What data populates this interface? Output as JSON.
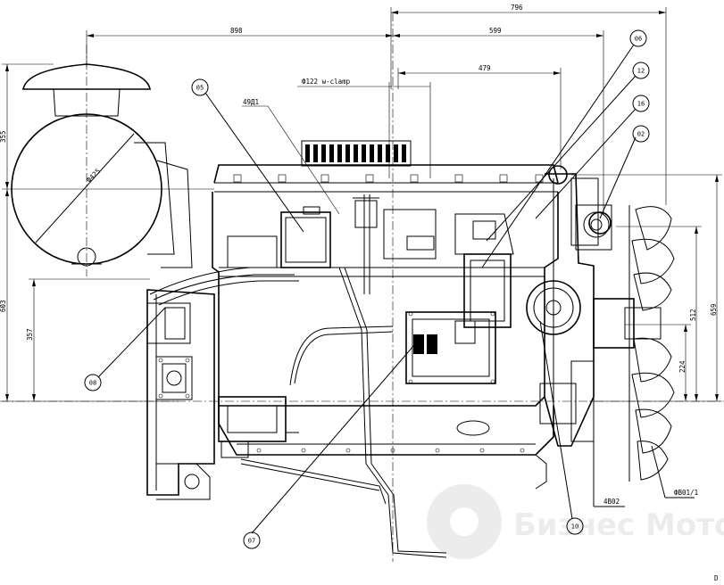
{
  "dimensions": {
    "top_796": "796",
    "width_898": "898",
    "width_599": "599",
    "width_479": "479",
    "clamp_note": "Ф122 w-clamp",
    "part_4901": "49Д1",
    "height_355": "355",
    "height_603": "603",
    "height_357": "357",
    "height_512": "512",
    "height_659": "659",
    "height_224": "224",
    "diameter_425": "Ф425"
  },
  "callouts": {
    "c05": "05",
    "c06": "06",
    "c12": "12",
    "c16": "16",
    "c02": "02",
    "c08": "08",
    "c07": "07",
    "c10": "10"
  },
  "labels": {
    "fan_label": "ФВ01/1",
    "part_4b02": "4В02",
    "corner_mark": "D"
  },
  "watermark": {
    "text": "Бизнес Моторс"
  }
}
